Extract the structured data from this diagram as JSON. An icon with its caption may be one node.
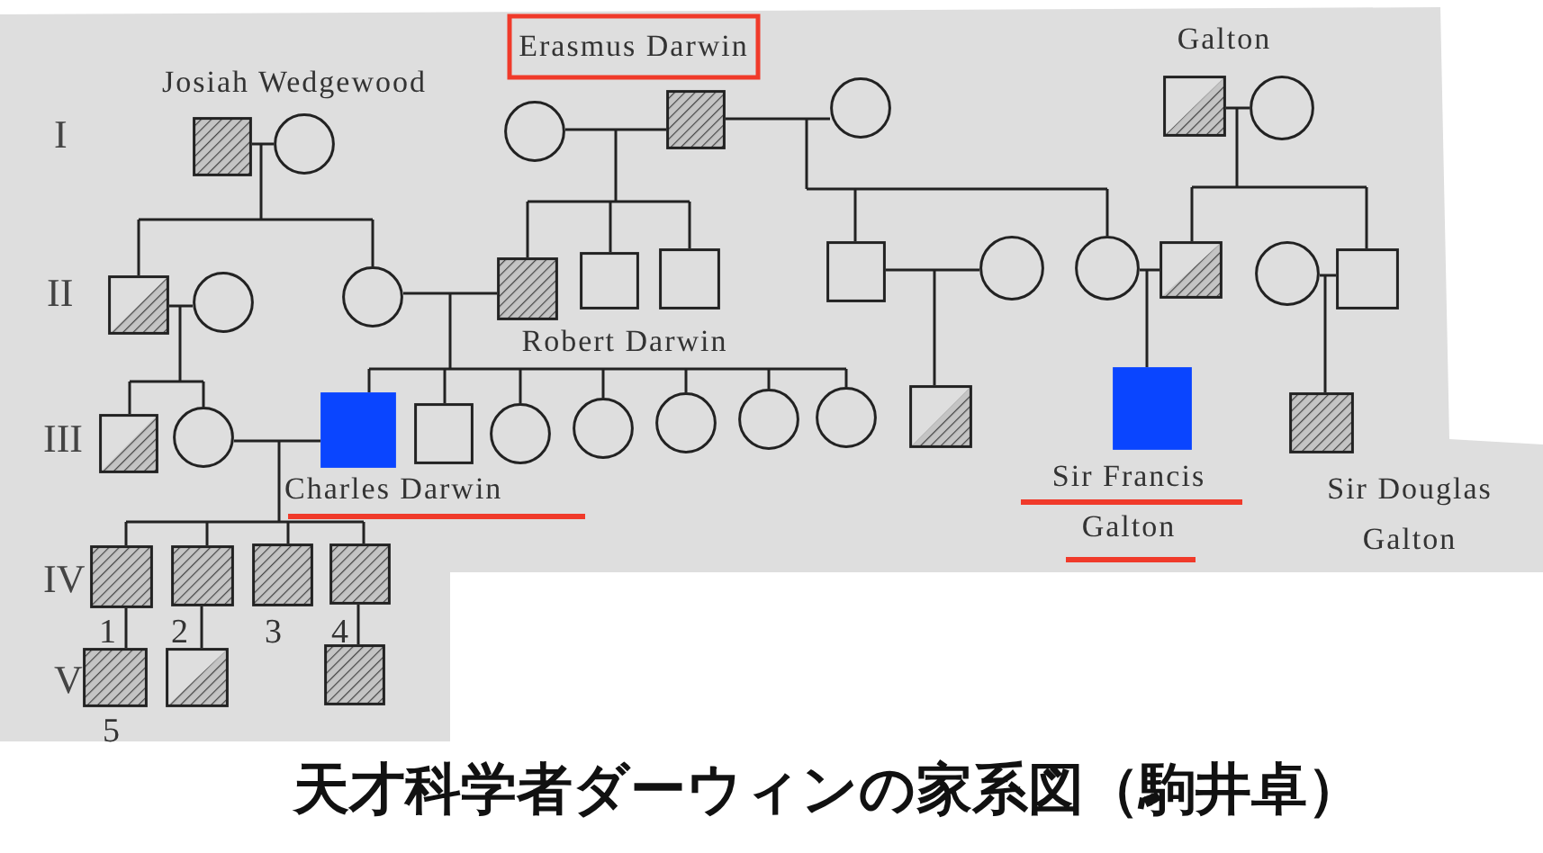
{
  "diagram": {
    "caption": "天才科学者ダーウィンの家系図（駒井卓）",
    "nodes": [
      {
        "text": [],
        "shape": "box",
        "beside": [
          "Josiah Wedgewood"
        ]
      },
      {
        "text": [],
        "shape": "circle"
      },
      {
        "text": [],
        "shape": "circle"
      },
      {
        "text": [],
        "shape": "box",
        "beside": [
          "Erasmus Darwin"
        ]
      },
      {
        "text": [],
        "shape": "circle"
      },
      {
        "text": [],
        "shape": "box",
        "beside": [
          "Galton"
        ]
      },
      {
        "text": [],
        "shape": "circle"
      },
      {
        "text": [],
        "shape": "box"
      },
      {
        "text": [],
        "shape": "circle"
      },
      {
        "text": [],
        "shape": "circle"
      },
      {
        "text": [],
        "shape": "box",
        "beside": [
          "Robert Darwin"
        ]
      },
      {
        "text": [],
        "shape": "box"
      },
      {
        "text": [],
        "shape": "box"
      },
      {
        "text": [],
        "shape": "box"
      },
      {
        "text": [],
        "shape": "circle"
      },
      {
        "text": [],
        "shape": "circle"
      },
      {
        "text": [],
        "shape": "box"
      },
      {
        "text": [],
        "shape": "circle"
      },
      {
        "text": [],
        "shape": "box"
      },
      {
        "text": [],
        "shape": "box"
      },
      {
        "text": [],
        "shape": "circle"
      },
      {
        "text": [],
        "shape": "box",
        "beside": [
          "Charles Darwin"
        ]
      },
      {
        "text": [],
        "shape": "box"
      },
      {
        "text": [],
        "shape": "circle"
      },
      {
        "text": [],
        "shape": "circle"
      },
      {
        "text": [],
        "shape": "circle"
      },
      {
        "text": [],
        "shape": "circle"
      },
      {
        "text": [],
        "shape": "circle"
      },
      {
        "text": [],
        "shape": "box"
      },
      {
        "text": [],
        "shape": "box",
        "beside": [
          "Sir Francis Galton"
        ]
      },
      {
        "text": [],
        "shape": "box",
        "beside": [
          "Sir Douglas Galton"
        ]
      },
      {
        "text": [],
        "shape": "box",
        "beside": [
          "1"
        ]
      },
      {
        "text": [],
        "shape": "box",
        "beside": [
          "2"
        ]
      },
      {
        "text": [],
        "shape": "box",
        "beside": [
          "3"
        ]
      },
      {
        "text": [],
        "shape": "box",
        "beside": [
          "4"
        ]
      },
      {
        "text": [],
        "shape": "box",
        "beside": [
          "5"
        ]
      },
      {
        "text": [],
        "shape": "box"
      },
      {
        "text": [],
        "shape": "box"
      }
    ],
    "edges": [
      {
        "from": 0,
        "to": 1,
        "arrow": "none"
      },
      {
        "from": 2,
        "to": 3,
        "arrow": "none"
      },
      {
        "from": 3,
        "to": 4,
        "arrow": "none"
      },
      {
        "from": 5,
        "to": 6,
        "arrow": "none"
      },
      {
        "from": 7,
        "to": 8,
        "arrow": "none"
      },
      {
        "from": 9,
        "to": 10,
        "arrow": "none"
      },
      {
        "from": 13,
        "to": 14,
        "arrow": "none"
      },
      {
        "from": 15,
        "to": 16,
        "arrow": "none"
      },
      {
        "from": 17,
        "to": 18,
        "arrow": "none"
      },
      {
        "from": 20,
        "to": 21,
        "arrow": "none"
      },
      {
        "from": 0,
        "to": 7,
        "arrow": "none"
      },
      {
        "from": 1,
        "to": 7,
        "arrow": "none"
      },
      {
        "from": 0,
        "to": 9,
        "arrow": "none"
      },
      {
        "from": 1,
        "to": 9,
        "arrow": "none"
      },
      {
        "from": 2,
        "to": 10,
        "arrow": "none"
      },
      {
        "from": 3,
        "to": 10,
        "arrow": "none"
      },
      {
        "from": 2,
        "to": 11,
        "arrow": "none"
      },
      {
        "from": 3,
        "to": 11,
        "arrow": "none"
      },
      {
        "from": 2,
        "to": 12,
        "arrow": "none"
      },
      {
        "from": 3,
        "to": 12,
        "arrow": "none"
      },
      {
        "from": 3,
        "to": 13,
        "arrow": "none"
      },
      {
        "from": 4,
        "to": 13,
        "arrow": "none"
      },
      {
        "from": 3,
        "to": 15,
        "arrow": "none"
      },
      {
        "from": 4,
        "to": 15,
        "arrow": "none"
      },
      {
        "from": 5,
        "to": 16,
        "arrow": "none"
      },
      {
        "from": 6,
        "to": 16,
        "arrow": "none"
      },
      {
        "from": 5,
        "to": 18,
        "arrow": "none"
      },
      {
        "from": 6,
        "to": 18,
        "arrow": "none"
      },
      {
        "from": 7,
        "to": 19,
        "arrow": "none"
      },
      {
        "from": 8,
        "to": 19,
        "arrow": "none"
      },
      {
        "from": 7,
        "to": 20,
        "arrow": "none"
      },
      {
        "from": 8,
        "to": 20,
        "arrow": "none"
      },
      {
        "from": 9,
        "to": 21,
        "arrow": "none"
      },
      {
        "from": 10,
        "to": 21,
        "arrow": "none"
      },
      {
        "from": 9,
        "to": 22,
        "arrow": "none"
      },
      {
        "from": 10,
        "to": 22,
        "arrow": "none"
      },
      {
        "from": 9,
        "to": 23,
        "arrow": "none"
      },
      {
        "from": 10,
        "to": 23,
        "arrow": "none"
      },
      {
        "from": 9,
        "to": 24,
        "arrow": "none"
      },
      {
        "from": 10,
        "to": 24,
        "arrow": "none"
      },
      {
        "from": 9,
        "to": 25,
        "arrow": "none"
      },
      {
        "from": 10,
        "to": 25,
        "arrow": "none"
      },
      {
        "from": 9,
        "to": 26,
        "arrow": "none"
      },
      {
        "from": 10,
        "to": 26,
        "arrow": "none"
      },
      {
        "from": 9,
        "to": 27,
        "arrow": "none"
      },
      {
        "from": 10,
        "to": 27,
        "arrow": "none"
      },
      {
        "from": 13,
        "to": 28,
        "arrow": "none"
      },
      {
        "from": 14,
        "to": 28,
        "arrow": "none"
      },
      {
        "from": 15,
        "to": 29,
        "arrow": "none"
      },
      {
        "from": 16,
        "to": 29,
        "arrow": "none"
      },
      {
        "from": 17,
        "to": 30,
        "arrow": "none"
      },
      {
        "from": 18,
        "to": 30,
        "arrow": "none"
      },
      {
        "from": 20,
        "to": 31,
        "arrow": "none"
      },
      {
        "from": 21,
        "to": 31,
        "arrow": "none"
      },
      {
        "from": 20,
        "to": 32,
        "arrow": "none"
      },
      {
        "from": 21,
        "to": 32,
        "arrow": "none"
      },
      {
        "from": 20,
        "to": 33,
        "arrow": "none"
      },
      {
        "from": 21,
        "to": 33,
        "arrow": "none"
      },
      {
        "from": 20,
        "to": 34,
        "arrow": "none"
      },
      {
        "from": 21,
        "to": 34,
        "arrow": "none"
      },
      {
        "from": 31,
        "to": 35,
        "arrow": "none"
      },
      {
        "from": 32,
        "to": 36,
        "arrow": "none"
      },
      {
        "from": 34,
        "to": 37,
        "arrow": "none"
      }
    ],
    "labels": [
      "I",
      "II",
      "III",
      "IV",
      "V"
    ]
  }
}
